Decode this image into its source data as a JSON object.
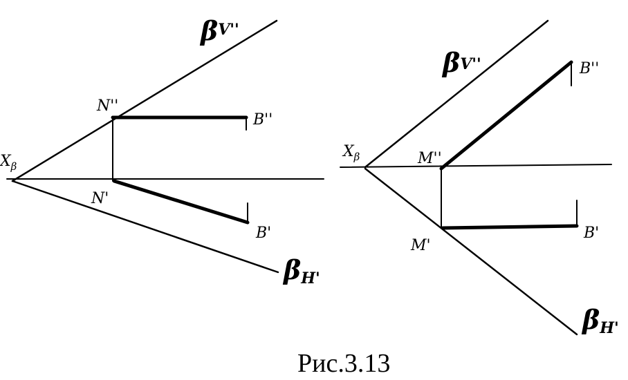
{
  "caption": "Рис.3.13",
  "left_figure": {
    "trace_v": {
      "main": "β",
      "sub": "V''"
    },
    "trace_h": {
      "main": "β",
      "sub": "H'"
    },
    "axis_label": {
      "main": "X",
      "sub": "β"
    },
    "point_front": "N''",
    "point_top": "N'",
    "end_front": "B''",
    "end_top": "B'"
  },
  "right_figure": {
    "trace_v": {
      "main": "β",
      "sub": "V''"
    },
    "trace_h": {
      "main": "β",
      "sub": "H'"
    },
    "axis_label": {
      "main": "X",
      "sub": "β"
    },
    "point_front": "M''",
    "point_top": "M'",
    "end_front": "B''",
    "end_top": "B'"
  }
}
